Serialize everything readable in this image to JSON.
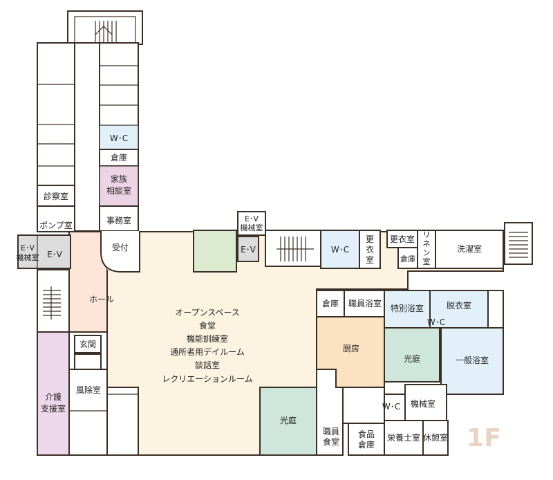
{
  "floor_label": "1F",
  "colors": {
    "wall": "#3a2e25",
    "open_space": "#fdf3e1",
    "hall": "#fde5d8",
    "wc": "#e2f0f9",
    "family_room": "#ecd3e5",
    "care_support": "#ecd8ea",
    "garden": "#cfe6dd",
    "garden_small": "#dcebcf",
    "kitchen": "#fbe2c0",
    "ev": "#dcdcdc"
  },
  "rooms": {
    "wc_north": "W･C",
    "storage_north": "倉庫",
    "family_consult_1": "家族",
    "family_consult_2": "相談室",
    "office": "事務室",
    "reception": "受付",
    "exam_room": "診察室",
    "pump_room": "ポンプ室",
    "ev_west_1": "E･V",
    "ev_west_2": "機械室",
    "ev_west_3": "E･V",
    "hall": "ホール",
    "entrance": "玄関",
    "windbreak": "風除室",
    "care_support_1": "介護",
    "care_support_2": "支援室",
    "open_space_lines": [
      "オープンスペース",
      "食堂",
      "機能訓練室",
      "通所者用デイルーム",
      "談話室",
      "レクリエーションルーム"
    ],
    "ev_center_1": "E･V",
    "ev_center_2": "機械室",
    "ev_center_3": "E･V",
    "wc_center": "W･C",
    "changing_1": "更",
    "changing_2": "衣",
    "changing_3": "室",
    "changing_east": "更衣室",
    "storage_east": "倉庫",
    "linen_1": "リ",
    "linen_2": "ネ",
    "linen_3": "ン",
    "linen_4": "室",
    "laundry": "洗濯室",
    "storage_kitchen": "倉庫",
    "staff_bath": "職員浴室",
    "special_bath": "特別浴室",
    "undress": "脱衣室",
    "wc_bath": "W･C",
    "kitchen": "厨房",
    "courtyard_center": "光庭",
    "general_bath": "一般浴室",
    "courtyard_south": "光庭",
    "staff_dining_1": "職員",
    "staff_dining_2": "食堂",
    "food_storage_1": "食品",
    "food_storage_2": "倉庫",
    "wc_south": "W･C",
    "machine_room": "機械室",
    "nutrition": "栄養士室",
    "rest": "休憩室"
  }
}
